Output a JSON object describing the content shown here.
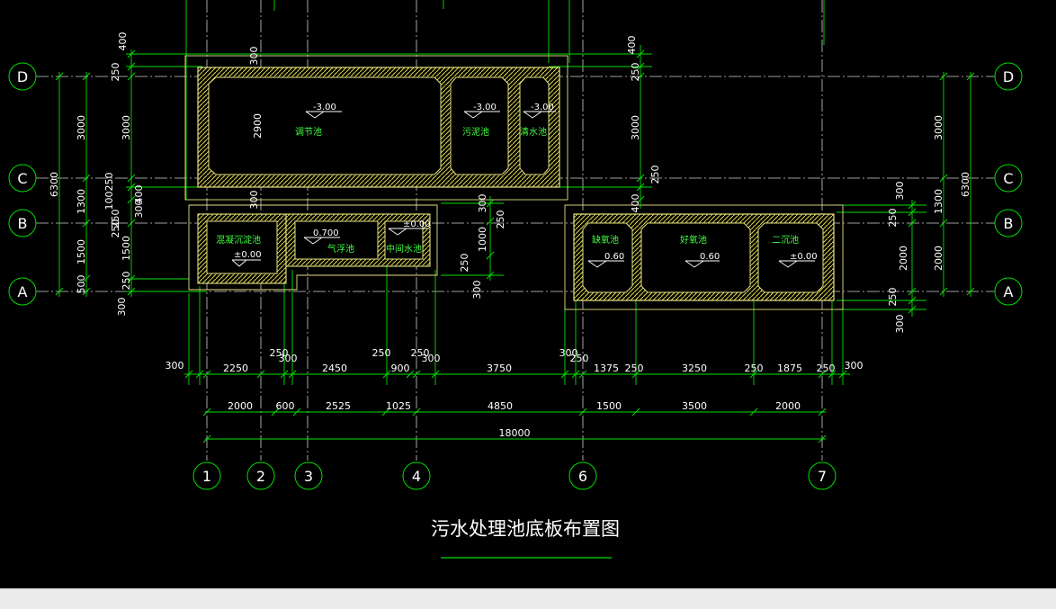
{
  "drawing": {
    "title": "污水处理池底板布置图"
  },
  "row_axes": [
    "D",
    "C",
    "B",
    "A"
  ],
  "col_axes": [
    "1",
    "2",
    "3",
    "4",
    "6",
    "7"
  ],
  "rooms": {
    "regulating": "调节池",
    "sludge": "污泥池",
    "clean": "清水池",
    "coag": "混凝沉淀池",
    "flotation": "气浮池",
    "middle": "中间水池",
    "anoxic": "缺氧池",
    "aerobic": "好氧池",
    "secondary": "二沉池"
  },
  "levels": {
    "regulating": "-3.00",
    "sludge": "-3.00",
    "clean": "-3.00",
    "coag": "±0.00",
    "flotation": "0.700",
    "middle": "±0.00",
    "anoxic": "0.60",
    "aerobic": "0.60",
    "secondary": "±0.00"
  },
  "dims": {
    "bottom_row1": [
      "300",
      "2250",
      "250",
      "300",
      "2450",
      "250",
      "900",
      "250",
      "300",
      "3750",
      "300",
      "250",
      "1375",
      "250",
      "3250",
      "250",
      "1875",
      "250",
      "300"
    ],
    "bottom_row2": [
      "2000",
      "600",
      "2525",
      "1025",
      "4850",
      "1500",
      "3500",
      "2000"
    ],
    "bottom_total": "18000",
    "left_outer": [
      "6300",
      "3000",
      "1300",
      "1500",
      "500"
    ],
    "left_inner": [
      "400",
      "250",
      "3000",
      "250",
      "100",
      "250",
      "300",
      "400",
      "250",
      "1500",
      "250",
      "300"
    ],
    "left_top": [
      "300",
      "2900",
      "300"
    ],
    "mid": [
      "400",
      "250",
      "3000",
      "250",
      "400",
      "300",
      "250",
      "1000",
      "250",
      "300"
    ],
    "right_inner": [
      "300",
      "250",
      "2000",
      "250",
      "300"
    ],
    "right_outer": [
      "6300",
      "3000",
      "1300",
      "2000"
    ]
  }
}
